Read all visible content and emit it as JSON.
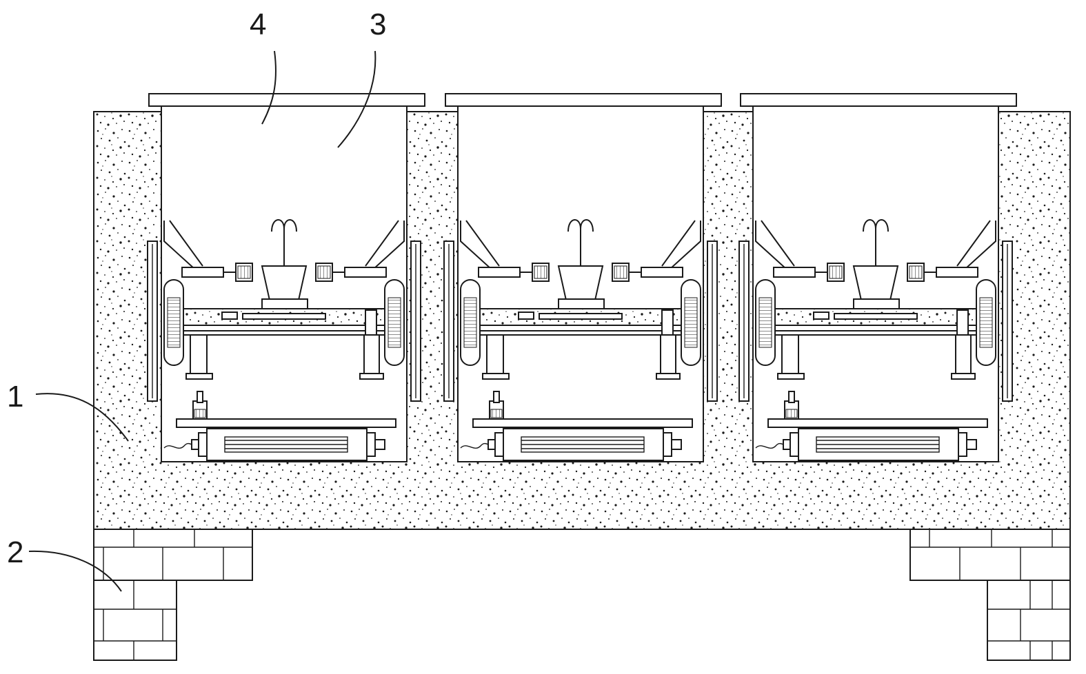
{
  "callouts": [
    {
      "id": "1",
      "label": "1"
    },
    {
      "id": "2",
      "label": "2"
    },
    {
      "id": "3",
      "label": "3"
    },
    {
      "id": "4",
      "label": "4"
    }
  ],
  "colors": {
    "ink": "#1a1a1a",
    "fill": "#ffffff",
    "speckle": "#1a1a1a"
  }
}
